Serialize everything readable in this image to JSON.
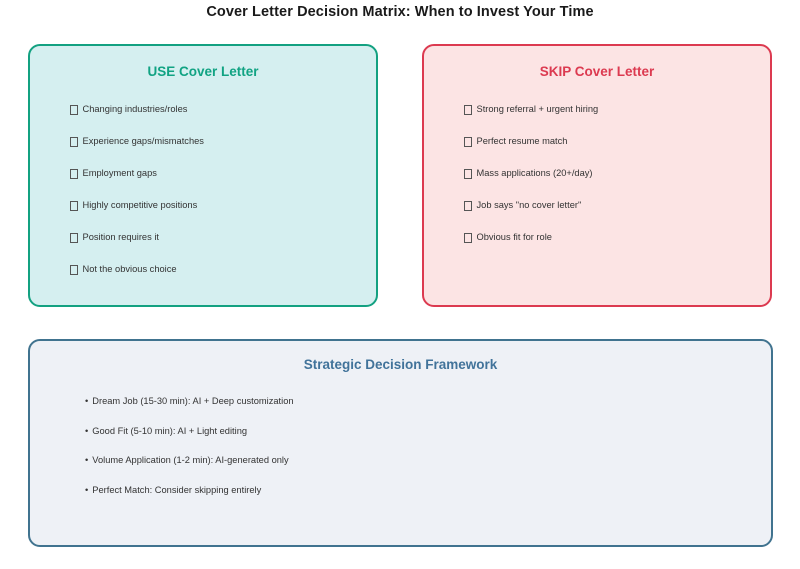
{
  "title": "Cover Letter Decision Matrix: When to Invest Your Time",
  "panels": {
    "use": {
      "heading": "USE Cover Letter",
      "marker": "missing-glyph-box",
      "items": [
        "Changing industries/roles",
        "Experience gaps/mismatches",
        "Employment gaps",
        "Highly competitive positions",
        "Position requires it",
        "Not the obvious choice"
      ],
      "colors": {
        "border": "#13a181",
        "background": "#d5eff0",
        "heading": "#11a383"
      }
    },
    "skip": {
      "heading": "SKIP Cover Letter",
      "marker": "missing-glyph-box",
      "items": [
        "Strong referral + urgent hiring",
        "Perfect resume match",
        "Mass applications (20+/day)",
        "Job says \"no cover letter\"",
        "Obvious fit for role"
      ],
      "colors": {
        "border": "#dc3a50",
        "background": "#fce4e4",
        "heading": "#dc3a50"
      }
    },
    "framework": {
      "heading": "Strategic Decision Framework",
      "bullet": "•",
      "items": [
        "Dream Job (15-30 min): AI + Deep customization",
        "Good Fit (5-10 min): AI + Light editing",
        "Volume Application (1-2 min): AI-generated only",
        "Perfect Match: Consider skipping entirely"
      ],
      "colors": {
        "border": "#40738f",
        "background": "#eef1f6",
        "heading": "#41739a"
      }
    }
  }
}
